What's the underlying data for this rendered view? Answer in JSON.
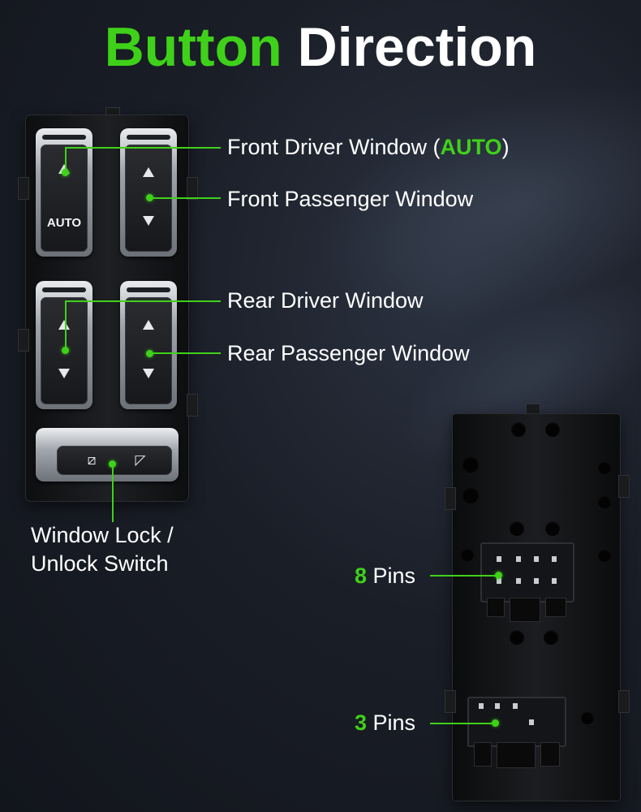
{
  "title": {
    "word1": "Button",
    "word2": "Direction"
  },
  "switch": {
    "auto_text": "AUTO",
    "up_arrow": "up-arrow",
    "down_arrow": "down-arrow",
    "lock_icon": "window-locked-icon",
    "unlock_icon": "window-unlocked-icon"
  },
  "callouts": {
    "front_driver": {
      "text": "Front Driver Window (",
      "highlight": "AUTO",
      "suffix": ")"
    },
    "front_passenger": "Front Passenger Window",
    "rear_driver": "Rear Driver Window",
    "rear_passenger": "Rear Passenger Window",
    "lock_line1": "Window Lock /",
    "lock_line2": "Unlock Switch",
    "pins8": {
      "num": "8",
      "text": " Pins"
    },
    "pins3": {
      "num": "3",
      "text": " Pins"
    }
  },
  "colors": {
    "accent": "#3fd11a",
    "text": "#ffffff",
    "background": "#161a22"
  }
}
